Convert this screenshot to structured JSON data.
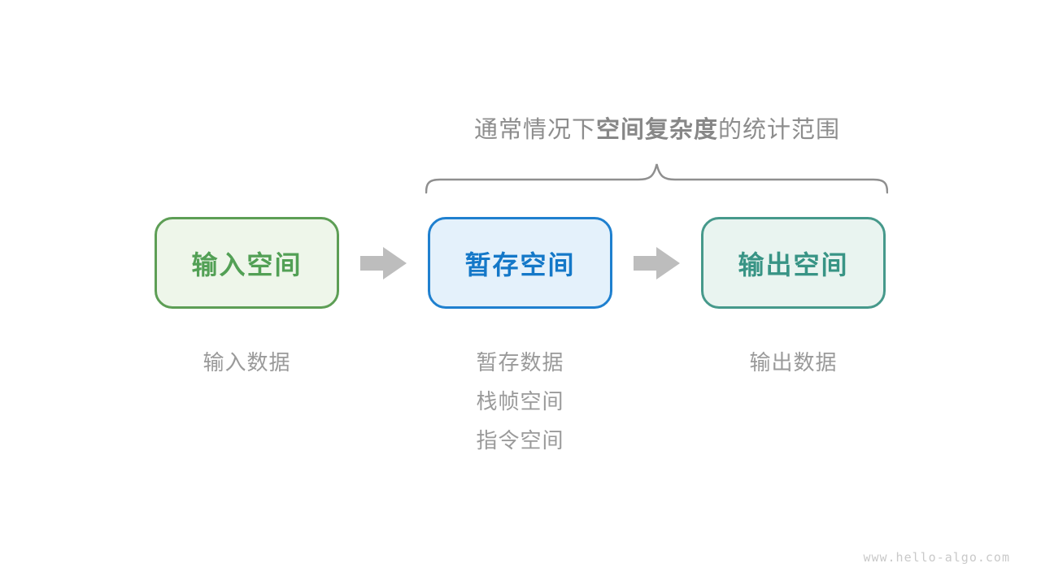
{
  "title": {
    "prefix": "通常情况下",
    "bold": "空间复杂度",
    "suffix": "的统计范围"
  },
  "boxes": [
    {
      "id": "input-space",
      "label": "输入空间",
      "border_color": "#5d9e55",
      "fill_color": "#eef6ea",
      "text_color": "#52a055"
    },
    {
      "id": "temp-space",
      "label": "暂存空间",
      "border_color": "#1f80cf",
      "fill_color": "#e4f1fb",
      "text_color": "#1478c8"
    },
    {
      "id": "output-space",
      "label": "输出空间",
      "border_color": "#46998b",
      "fill_color": "#e9f4f0",
      "text_color": "#389485"
    }
  ],
  "notes": {
    "col1": [
      "输入数据"
    ],
    "col2": [
      "暂存数据",
      "栈帧空间",
      "指令空间"
    ],
    "col3": [
      "输出数据"
    ]
  },
  "watermark": "www.hello-algo.com",
  "colors": {
    "title_text": "#8d8d8d",
    "brace": "#8f8f8f",
    "arrow": "#bdbdbd",
    "note_text": "#9a9a9a",
    "watermark_text": "#c9c9c9",
    "background": "#ffffff"
  }
}
